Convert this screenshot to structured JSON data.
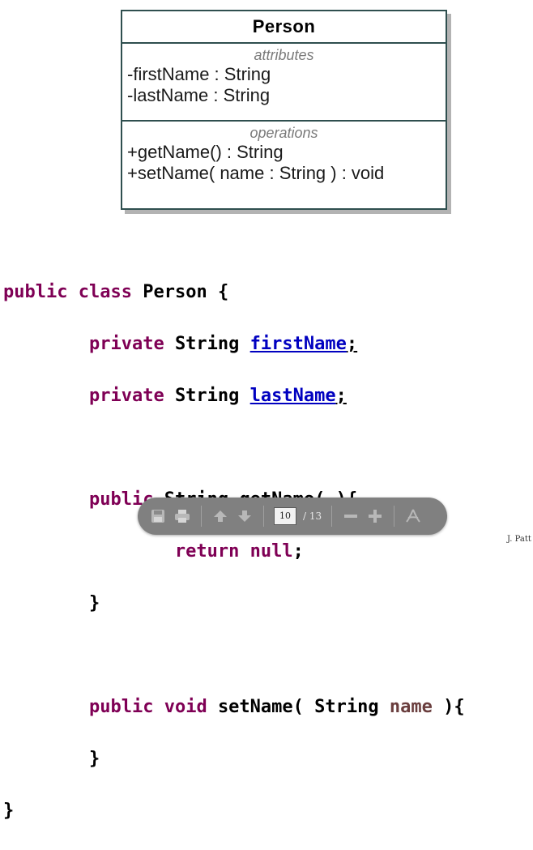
{
  "uml": {
    "class_name": "Person",
    "attributes_label": "attributes",
    "attributes": [
      "-firstName : String",
      "-lastName : String"
    ],
    "operations_label": "operations",
    "operations": [
      "+getName() : String",
      "+setName( name : String ) : void"
    ]
  },
  "code": {
    "line1": {
      "kw1": "public",
      "kw2": "class",
      "name": "Person",
      "brace": " {"
    },
    "line2": {
      "kw": "private",
      "type": "String",
      "field": "firstName",
      "end": ";"
    },
    "line3": {
      "kw": "private",
      "type": "String",
      "field": "lastName",
      "end": ";"
    },
    "line5": {
      "kw": "public",
      "type": "String",
      "rest": "getName( ){"
    },
    "line6": {
      "kw1": "return",
      "kw2": "null",
      "end": ";"
    },
    "line7": {
      "brace": "}"
    },
    "line9": {
      "kw1": "public",
      "kw2": "void",
      "m": "setName(",
      "type": "String",
      "param": "name",
      "end": " ){"
    },
    "line10": {
      "brace": "}"
    },
    "line11": {
      "brace": "}"
    }
  },
  "toolbar": {
    "current_page": "10",
    "total_pages": "/ 13",
    "icons": [
      "save-icon",
      "print-icon",
      "page-up-icon",
      "page-down-icon",
      "zoom-out-icon",
      "zoom-in-icon",
      "acrobat-icon"
    ]
  },
  "footer_text": "J. Patt"
}
